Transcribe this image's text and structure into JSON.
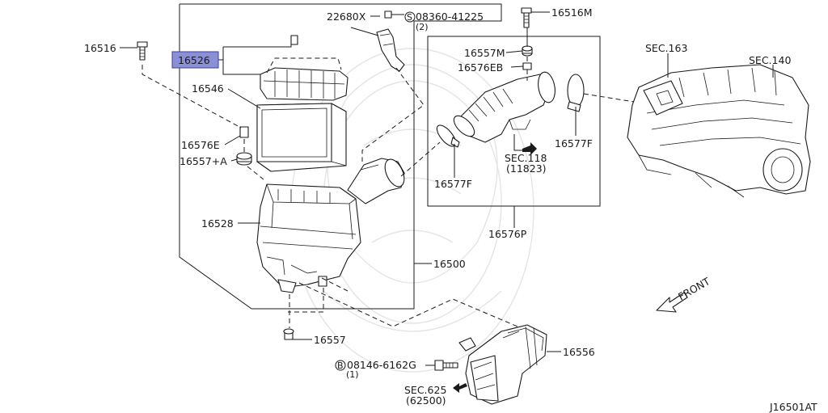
{
  "labels": {
    "p22680x": "22680X",
    "bolt_08360": "08360-41225",
    "bolt_08360_qty": "(2)",
    "p16516m": "16516M",
    "p16516": "16516",
    "p16526": "16526",
    "p16546": "16546",
    "p16576e": "16576E",
    "p16557a": "16557+A",
    "p16528": "16528",
    "p16500": "16500",
    "p16557": "16557",
    "p16557m": "16557M",
    "p16576eb": "16576EB",
    "p16577f_left": "16577F",
    "p16577f_right": "16577F",
    "sec118": "SEC.118",
    "sec118_ref": "(11823)",
    "p16576p": "16576P",
    "sec163": "SEC.163",
    "sec140": "SEC.140",
    "front": "FRONT",
    "bolt_08146": "08146-6162G",
    "bolt_08146_qty": "(1)",
    "p16556": "16556",
    "sec625": "SEC.625",
    "sec625_ref": "(62500)",
    "diagram_code": "J16501AT"
  },
  "symbols": {
    "s_mark": "S",
    "b_mark": "B"
  },
  "highlight_color": "#8a8fd6"
}
